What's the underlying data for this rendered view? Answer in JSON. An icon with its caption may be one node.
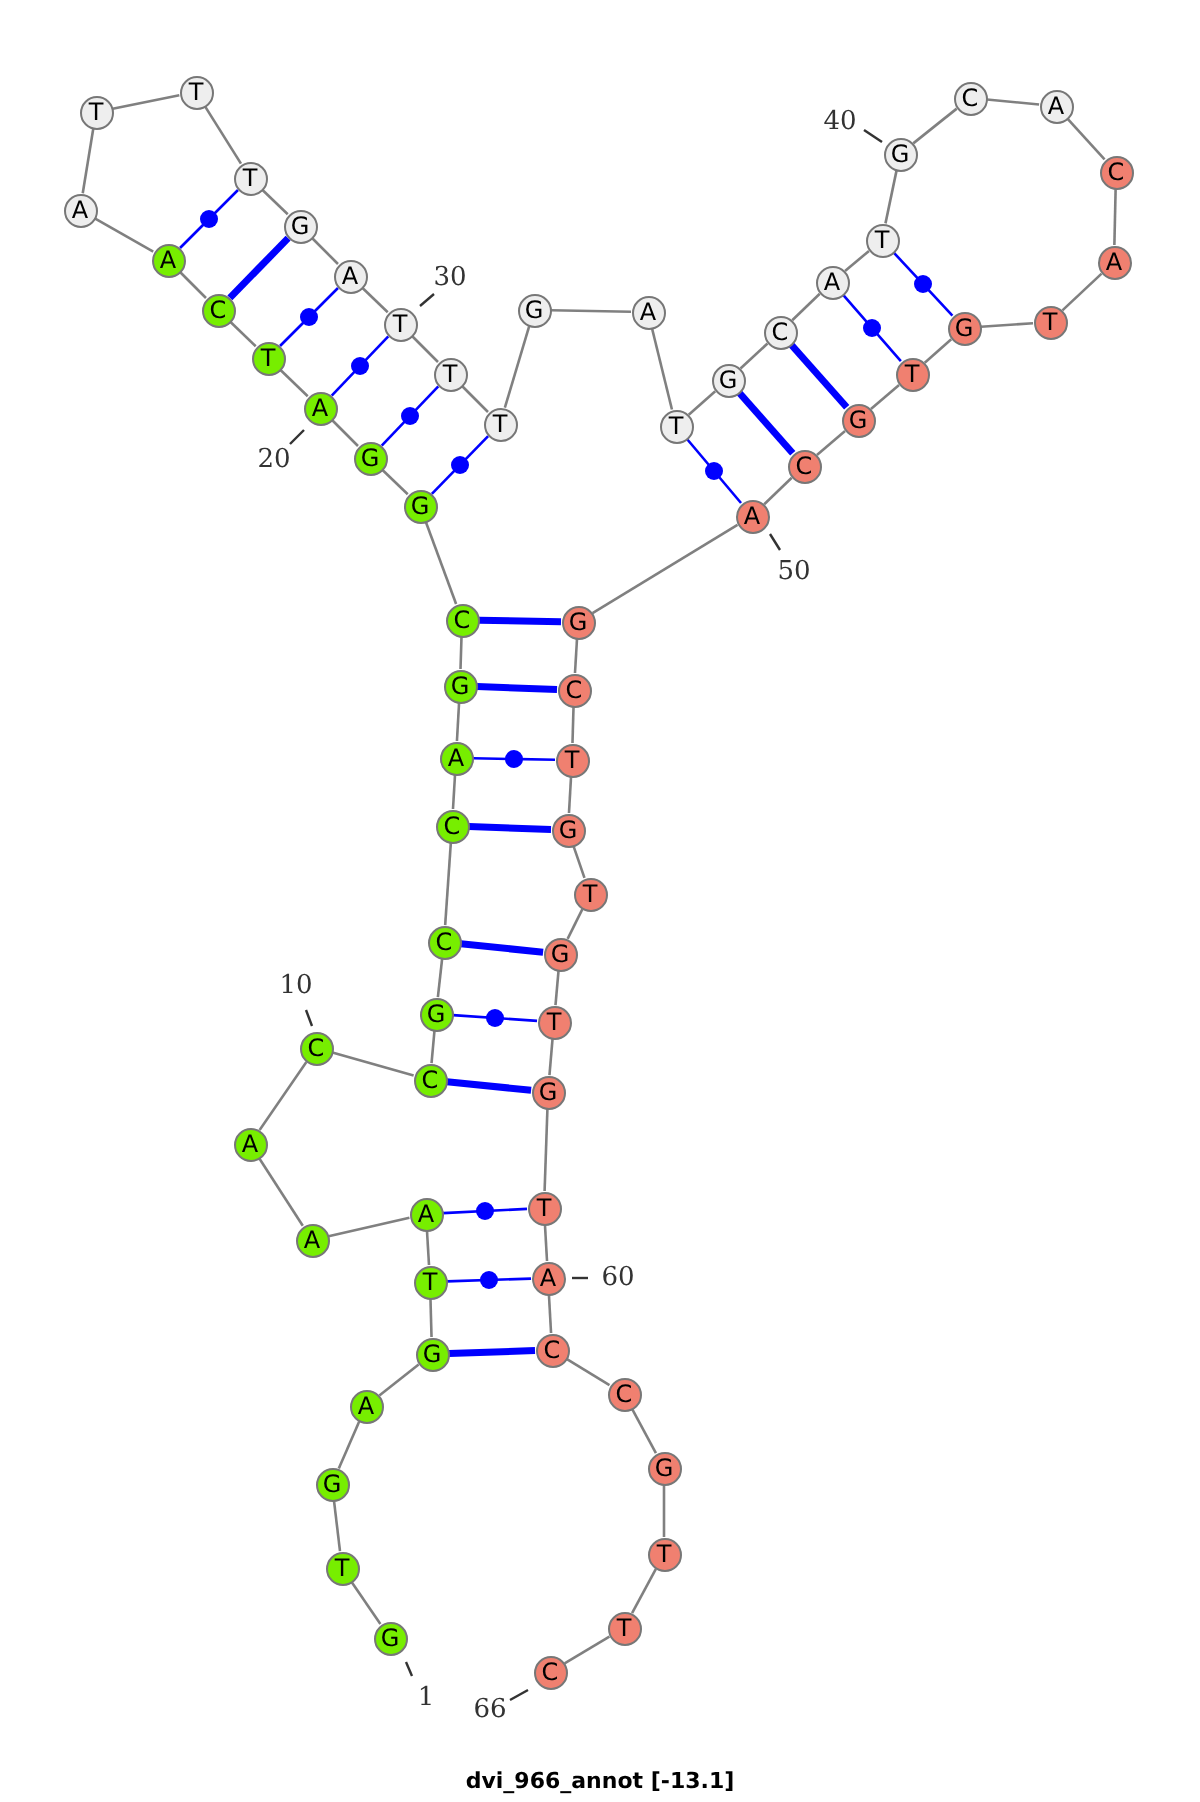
{
  "diagram": {
    "caption": "dvi_966_annot [-13.1]",
    "nodes": [
      {
        "text": [
          "G"
        ],
        "beside": [
          "1"
        ]
      },
      {
        "text": [
          "T"
        ]
      },
      {
        "text": [
          "G"
        ]
      },
      {
        "text": [
          "A"
        ]
      },
      {
        "text": [
          "G"
        ]
      },
      {
        "text": [
          "T"
        ]
      },
      {
        "text": [
          "A"
        ]
      },
      {
        "text": [
          "A"
        ]
      },
      {
        "text": [
          "A"
        ]
      },
      {
        "text": [
          "C"
        ],
        "beside": [
          "10"
        ]
      },
      {
        "text": [
          "C"
        ]
      },
      {
        "text": [
          "G"
        ]
      },
      {
        "text": [
          "C"
        ]
      },
      {
        "text": [
          "C"
        ]
      },
      {
        "text": [
          "A"
        ]
      },
      {
        "text": [
          "G"
        ]
      },
      {
        "text": [
          "C"
        ]
      },
      {
        "text": [
          "G"
        ]
      },
      {
        "text": [
          "G"
        ]
      },
      {
        "text": [
          "A"
        ],
        "beside": [
          "20"
        ]
      },
      {
        "text": [
          "T"
        ]
      },
      {
        "text": [
          "C"
        ]
      },
      {
        "text": [
          "A"
        ]
      },
      {
        "text": [
          "A"
        ]
      },
      {
        "text": [
          "T"
        ]
      },
      {
        "text": [
          "T"
        ]
      },
      {
        "text": [
          "T"
        ]
      },
      {
        "text": [
          "G"
        ]
      },
      {
        "text": [
          "A"
        ]
      },
      {
        "text": [
          "T"
        ],
        "beside": [
          "30"
        ]
      },
      {
        "text": [
          "T"
        ]
      },
      {
        "text": [
          "T"
        ]
      },
      {
        "text": [
          "G"
        ]
      },
      {
        "text": [
          "A"
        ]
      },
      {
        "text": [
          "T"
        ]
      },
      {
        "text": [
          "G"
        ]
      },
      {
        "text": [
          "C"
        ]
      },
      {
        "text": [
          "A"
        ]
      },
      {
        "text": [
          "T"
        ]
      },
      {
        "text": [
          "G"
        ],
        "beside": [
          "40"
        ]
      },
      {
        "text": [
          "C"
        ]
      },
      {
        "text": [
          "A"
        ]
      },
      {
        "text": [
          "C"
        ]
      },
      {
        "text": [
          "A"
        ]
      },
      {
        "text": [
          "T"
        ]
      },
      {
        "text": [
          "G"
        ]
      },
      {
        "text": [
          "T"
        ]
      },
      {
        "text": [
          "G"
        ]
      },
      {
        "text": [
          "C"
        ]
      },
      {
        "text": [
          "A"
        ],
        "beside": [
          "50"
        ]
      },
      {
        "text": [
          "G"
        ]
      },
      {
        "text": [
          "C"
        ]
      },
      {
        "text": [
          "T"
        ]
      },
      {
        "text": [
          "G"
        ]
      },
      {
        "text": [
          "T"
        ]
      },
      {
        "text": [
          "G"
        ]
      },
      {
        "text": [
          "T"
        ]
      },
      {
        "text": [
          "G"
        ]
      },
      {
        "text": [
          "T"
        ]
      },
      {
        "text": [
          "A"
        ],
        "beside": [
          "60"
        ]
      },
      {
        "text": [
          "C"
        ]
      },
      {
        "text": [
          "C"
        ]
      },
      {
        "text": [
          "G"
        ]
      },
      {
        "text": [
          "T"
        ]
      },
      {
        "text": [
          "T"
        ]
      },
      {
        "text": [
          "C"
        ],
        "beside": [
          "66"
        ]
      }
    ],
    "edges": [
      {
        "from": 0,
        "to": 1,
        "arrow": "none"
      },
      {
        "from": 1,
        "to": 2,
        "arrow": "none"
      },
      {
        "from": 2,
        "to": 3,
        "arrow": "none"
      },
      {
        "from": 3,
        "to": 4,
        "arrow": "none"
      },
      {
        "from": 4,
        "to": 5,
        "arrow": "none"
      },
      {
        "from": 5,
        "to": 6,
        "arrow": "none"
      },
      {
        "from": 6,
        "to": 7,
        "arrow": "none"
      },
      {
        "from": 7,
        "to": 8,
        "arrow": "none"
      },
      {
        "from": 8,
        "to": 9,
        "arrow": "none"
      },
      {
        "from": 9,
        "to": 10,
        "arrow": "none"
      },
      {
        "from": 10,
        "to": 11,
        "arrow": "none"
      },
      {
        "from": 11,
        "to": 12,
        "arrow": "none"
      },
      {
        "from": 12,
        "to": 13,
        "arrow": "none"
      },
      {
        "from": 13,
        "to": 14,
        "arrow": "none"
      },
      {
        "from": 14,
        "to": 15,
        "arrow": "none"
      },
      {
        "from": 15,
        "to": 16,
        "arrow": "none"
      },
      {
        "from": 16,
        "to": 17,
        "arrow": "none"
      },
      {
        "from": 17,
        "to": 18,
        "arrow": "none"
      },
      {
        "from": 18,
        "to": 19,
        "arrow": "none"
      },
      {
        "from": 19,
        "to": 20,
        "arrow": "none"
      },
      {
        "from": 20,
        "to": 21,
        "arrow": "none"
      },
      {
        "from": 21,
        "to": 22,
        "arrow": "none"
      },
      {
        "from": 22,
        "to": 23,
        "arrow": "none"
      },
      {
        "from": 23,
        "to": 24,
        "arrow": "none"
      },
      {
        "from": 24,
        "to": 25,
        "arrow": "none"
      },
      {
        "from": 25,
        "to": 26,
        "arrow": "none"
      },
      {
        "from": 26,
        "to": 27,
        "arrow": "none"
      },
      {
        "from": 27,
        "to": 28,
        "arrow": "none"
      },
      {
        "from": 28,
        "to": 29,
        "arrow": "none"
      },
      {
        "from": 29,
        "to": 30,
        "arrow": "none"
      },
      {
        "from": 30,
        "to": 31,
        "arrow": "none"
      },
      {
        "from": 31,
        "to": 32,
        "arrow": "none"
      },
      {
        "from": 32,
        "to": 33,
        "arrow": "none"
      },
      {
        "from": 33,
        "to": 34,
        "arrow": "none"
      },
      {
        "from": 34,
        "to": 35,
        "arrow": "none"
      },
      {
        "from": 35,
        "to": 36,
        "arrow": "none"
      },
      {
        "from": 36,
        "to": 37,
        "arrow": "none"
      },
      {
        "from": 37,
        "to": 38,
        "arrow": "none"
      },
      {
        "from": 38,
        "to": 39,
        "arrow": "none"
      },
      {
        "from": 39,
        "to": 40,
        "arrow": "none"
      },
      {
        "from": 40,
        "to": 41,
        "arrow": "none"
      },
      {
        "from": 41,
        "to": 42,
        "arrow": "none"
      },
      {
        "from": 42,
        "to": 43,
        "arrow": "none"
      },
      {
        "from": 43,
        "to": 44,
        "arrow": "none"
      },
      {
        "from": 44,
        "to": 45,
        "arrow": "none"
      },
      {
        "from": 45,
        "to": 46,
        "arrow": "none"
      },
      {
        "from": 46,
        "to": 47,
        "arrow": "none"
      },
      {
        "from": 47,
        "to": 48,
        "arrow": "none"
      },
      {
        "from": 48,
        "to": 49,
        "arrow": "none"
      },
      {
        "from": 49,
        "to": 50,
        "arrow": "none"
      },
      {
        "from": 50,
        "to": 51,
        "arrow": "none"
      },
      {
        "from": 51,
        "to": 52,
        "arrow": "none"
      },
      {
        "from": 52,
        "to": 53,
        "arrow": "none"
      },
      {
        "from": 53,
        "to": 54,
        "arrow": "none"
      },
      {
        "from": 54,
        "to": 55,
        "arrow": "none"
      },
      {
        "from": 55,
        "to": 56,
        "arrow": "none"
      },
      {
        "from": 56,
        "to": 57,
        "arrow": "none"
      },
      {
        "from": 57,
        "to": 58,
        "arrow": "none"
      },
      {
        "from": 58,
        "to": 59,
        "arrow": "none"
      },
      {
        "from": 59,
        "to": 60,
        "arrow": "none"
      },
      {
        "from": 60,
        "to": 61,
        "arrow": "none"
      },
      {
        "from": 61,
        "to": 62,
        "arrow": "none"
      },
      {
        "from": 62,
        "to": 63,
        "arrow": "none"
      },
      {
        "from": 63,
        "to": 64,
        "arrow": "none"
      },
      {
        "from": 64,
        "to": 65,
        "arrow": "none"
      },
      {
        "from": 4,
        "to": 60,
        "arrow": "none",
        "style": "thick",
        "color": "#0000ff"
      },
      {
        "from": 5,
        "to": 59,
        "arrow": "none",
        "color": "#0000ff"
      },
      {
        "from": 6,
        "to": 58,
        "arrow": "none",
        "color": "#0000ff"
      },
      {
        "from": 10,
        "to": 57,
        "arrow": "none",
        "style": "thick",
        "color": "#0000ff"
      },
      {
        "from": 11,
        "to": 56,
        "arrow": "none",
        "color": "#0000ff"
      },
      {
        "from": 12,
        "to": 55,
        "arrow": "none",
        "style": "thick",
        "color": "#0000ff"
      },
      {
        "from": 13,
        "to": 53,
        "arrow": "none",
        "style": "thick",
        "color": "#0000ff"
      },
      {
        "from": 14,
        "to": 52,
        "arrow": "none",
        "color": "#0000ff"
      },
      {
        "from": 15,
        "to": 51,
        "arrow": "none",
        "style": "thick",
        "color": "#0000ff"
      },
      {
        "from": 16,
        "to": 50,
        "arrow": "none",
        "style": "thick",
        "color": "#0000ff"
      },
      {
        "from": 17,
        "to": 31,
        "arrow": "none",
        "color": "#0000ff"
      },
      {
        "from": 18,
        "to": 30,
        "arrow": "none",
        "color": "#0000ff"
      },
      {
        "from": 19,
        "to": 29,
        "arrow": "none",
        "color": "#0000ff"
      },
      {
        "from": 20,
        "to": 28,
        "arrow": "none",
        "color": "#0000ff"
      },
      {
        "from": 21,
        "to": 27,
        "arrow": "none",
        "style": "thick",
        "color": "#0000ff"
      },
      {
        "from": 22,
        "to": 26,
        "arrow": "none",
        "color": "#0000ff"
      },
      {
        "from": 34,
        "to": 49,
        "arrow": "none",
        "color": "#0000ff"
      },
      {
        "from": 35,
        "to": 48,
        "arrow": "none",
        "style": "thick",
        "color": "#0000ff"
      },
      {
        "from": 36,
        "to": 47,
        "arrow": "none",
        "style": "thick",
        "color": "#0000ff"
      },
      {
        "from": 37,
        "to": 46,
        "arrow": "none",
        "color": "#0000ff"
      },
      {
        "from": 38,
        "to": 45,
        "arrow": "none",
        "color": "#0000ff"
      }
    ]
  }
}
